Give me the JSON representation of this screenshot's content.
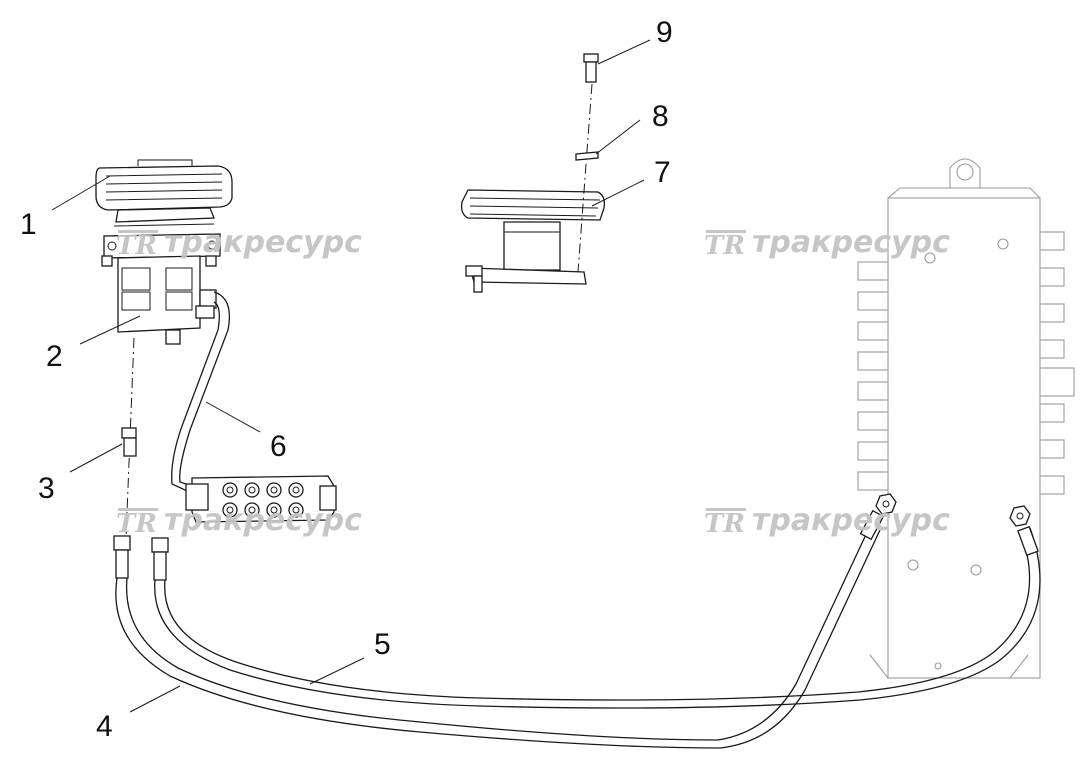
{
  "callouts": [
    "1",
    "2",
    "3",
    "4",
    "5",
    "6",
    "7",
    "8",
    "9"
  ],
  "watermark": {
    "logo": "TR",
    "text": "тракресурс"
  },
  "colors": {
    "line": "#1a1a1a",
    "watermark": "#c4c4c4",
    "ghost_part": "#9a9a9a",
    "background": "#ffffff"
  }
}
